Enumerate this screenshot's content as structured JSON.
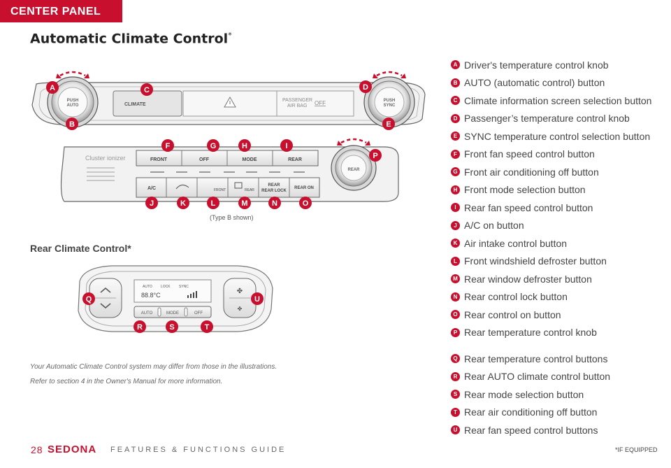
{
  "header": {
    "tab": "CENTER PANEL",
    "title": "Automatic Climate Control",
    "title_mark": "*"
  },
  "front_panel": {
    "left_knob": [
      "PUSH",
      "AUTO"
    ],
    "right_knob": [
      "PUSH",
      "SYNC"
    ],
    "climate_button": "CLIMATE",
    "passenger_airbag": [
      "PASSENGER",
      "AIR BAG"
    ],
    "airbag_status": "OFF",
    "cluster_ionizer": "Cluster ionizer",
    "top_row": [
      "FRONT",
      "OFF",
      "MODE",
      "REAR"
    ],
    "bottom_row": [
      "A/C",
      "",
      "FRONT",
      "REAR",
      "REAR LOCK",
      "REAR ON"
    ],
    "rear_knob": "REAR",
    "type_note": "(Type B shown)"
  },
  "rear_panel": {
    "title": "Rear Climate Control*",
    "display_labels": [
      "AUTO",
      "LOCK",
      "SYNC"
    ],
    "display_value": "88.8°C",
    "buttons": [
      "AUTO",
      "MODE",
      "OFF"
    ]
  },
  "notes": [
    "Your Automatic Climate Control system may differ from those in the illustrations.",
    "Refer to section 4 in the Owner's Manual for more information."
  ],
  "legend": [
    {
      "letter": "A",
      "text": "Driver's temperature control knob"
    },
    {
      "letter": "B",
      "text": "AUTO (automatic control) button"
    },
    {
      "letter": "C",
      "text": "Climate information screen selection button"
    },
    {
      "letter": "D",
      "text": "Passenger’s temperature control knob"
    },
    {
      "letter": "E",
      "text": "SYNC temperature control selection button"
    },
    {
      "letter": "F",
      "text": "Front fan speed control button"
    },
    {
      "letter": "G",
      "text": "Front air conditioning off button"
    },
    {
      "letter": "H",
      "text": "Front mode selection button"
    },
    {
      "letter": "I",
      "text": "Rear fan speed control button"
    },
    {
      "letter": "J",
      "text": "A/C on button"
    },
    {
      "letter": "K",
      "text": "Air intake control button"
    },
    {
      "letter": "L",
      "text": "Front windshield defroster button"
    },
    {
      "letter": "M",
      "text": "Rear window defroster button"
    },
    {
      "letter": "N",
      "text": "Rear control lock button"
    },
    {
      "letter": "O",
      "text": "Rear control on button"
    },
    {
      "letter": "P",
      "text": "Rear temperature control knob"
    },
    {
      "letter": "Q",
      "text": "Rear temperature control buttons"
    },
    {
      "letter": "R",
      "text": "Rear AUTO climate control button"
    },
    {
      "letter": "S",
      "text": "Rear mode selection button"
    },
    {
      "letter": "T",
      "text": "Rear air conditioning off button"
    },
    {
      "letter": "U",
      "text": "Rear fan speed control buttons"
    }
  ],
  "footer": {
    "page": "28",
    "model": "SEDONA",
    "guide": "FEATURES & FUNCTIONS GUIDE",
    "equipped": "*IF EQUIPPED"
  },
  "colors": {
    "accent": "#c8102e"
  }
}
